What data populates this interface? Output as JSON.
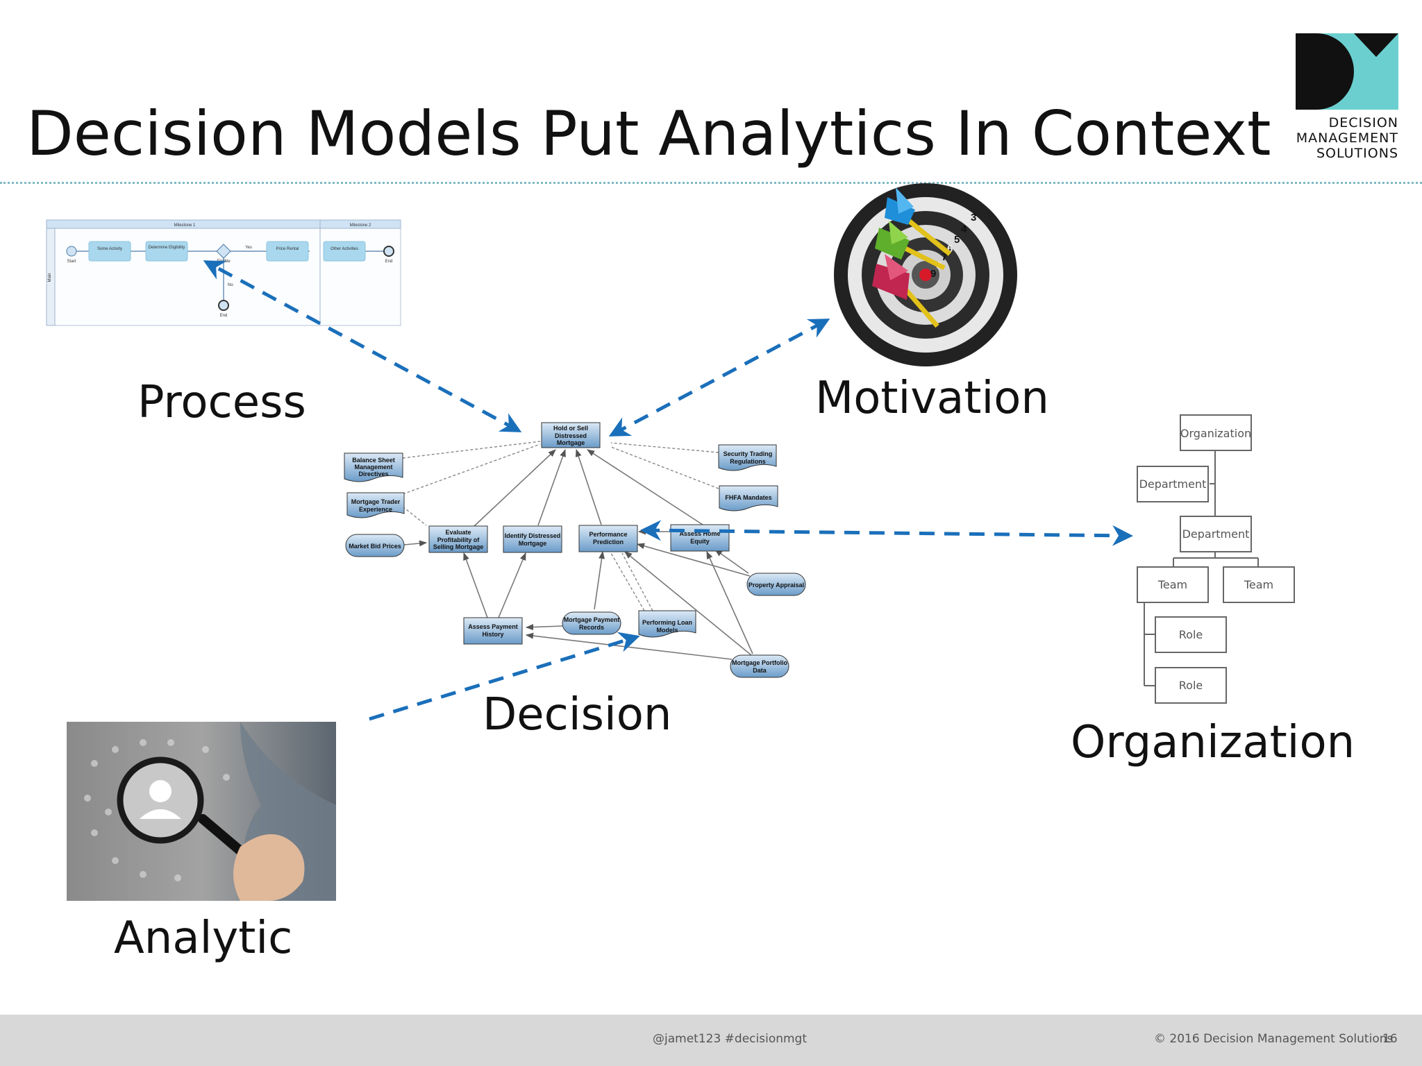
{
  "slide": {
    "title": "Decision Models Put Analytics In Context",
    "logo": {
      "lines": [
        "DECISION",
        "MANAGEMENT",
        "SOLUTIONS"
      ],
      "colors": {
        "dark": "#111111",
        "teal": "#6ccfcf"
      }
    },
    "labels": {
      "process": "Process",
      "motivation": "Motivation",
      "decision": "Decision",
      "organization": "Organization",
      "analytic": "Analytic"
    },
    "footer": {
      "handle": "@jamet123 #decisionmgt",
      "copyright": "© 2016 Decision Management Solutions",
      "page": "16"
    },
    "arrow_color": "#1a6fba"
  },
  "process_diagram": {
    "lanes": [
      "Milestone 1",
      "Milestone 2"
    ],
    "pool": "Main",
    "tasks": [
      "Some Activity",
      "Determine Eligibility",
      "Price Rental",
      "Other Activities"
    ],
    "events": [
      "Start",
      "End",
      "End"
    ],
    "gateway": "Eligible",
    "flows": [
      "Yes",
      "No"
    ]
  },
  "motivation_target": {
    "ring_numbers": [
      "3",
      "4",
      "5",
      "6",
      "7",
      "8",
      "9"
    ]
  },
  "decision_model": {
    "decisions": {
      "hold_sell": [
        "Hold or Sell",
        "Distressed",
        "Mortgage"
      ],
      "evaluate": [
        "Evaluate",
        "Profitability of",
        "Selling Mortgage"
      ],
      "identify": [
        "Identify Distressed",
        "Mortgage"
      ],
      "performance": [
        "Performance",
        "Prediction"
      ],
      "home_equity": [
        "Assess Home",
        "Equity"
      ],
      "payment_history": [
        "Assess Payment",
        "History"
      ]
    },
    "knowledge": {
      "balance_sheet": [
        "Balance Sheet",
        "Management",
        "Directives"
      ],
      "trader_exp": [
        "Mortgage Trader",
        "Experience"
      ],
      "security_trading": [
        "Security Trading",
        "Regulations"
      ],
      "fhfa": [
        "FHFA Mandates"
      ],
      "loan_models": [
        "Performing Loan",
        "Models"
      ]
    },
    "inputs": {
      "market_bid": [
        "Market Bid Prices"
      ],
      "appraisal": [
        "Property Appraisal"
      ],
      "payment_records": [
        "Mortgage Payment",
        "Records"
      ],
      "portfolio": [
        "Mortgage Portfolio",
        "Data"
      ]
    }
  },
  "org_chart": {
    "organization": "Organization",
    "department_1": "Department",
    "department_2": "Department",
    "team_1": "Team",
    "team_2": "Team",
    "role_1": "Role",
    "role_2": "Role"
  }
}
